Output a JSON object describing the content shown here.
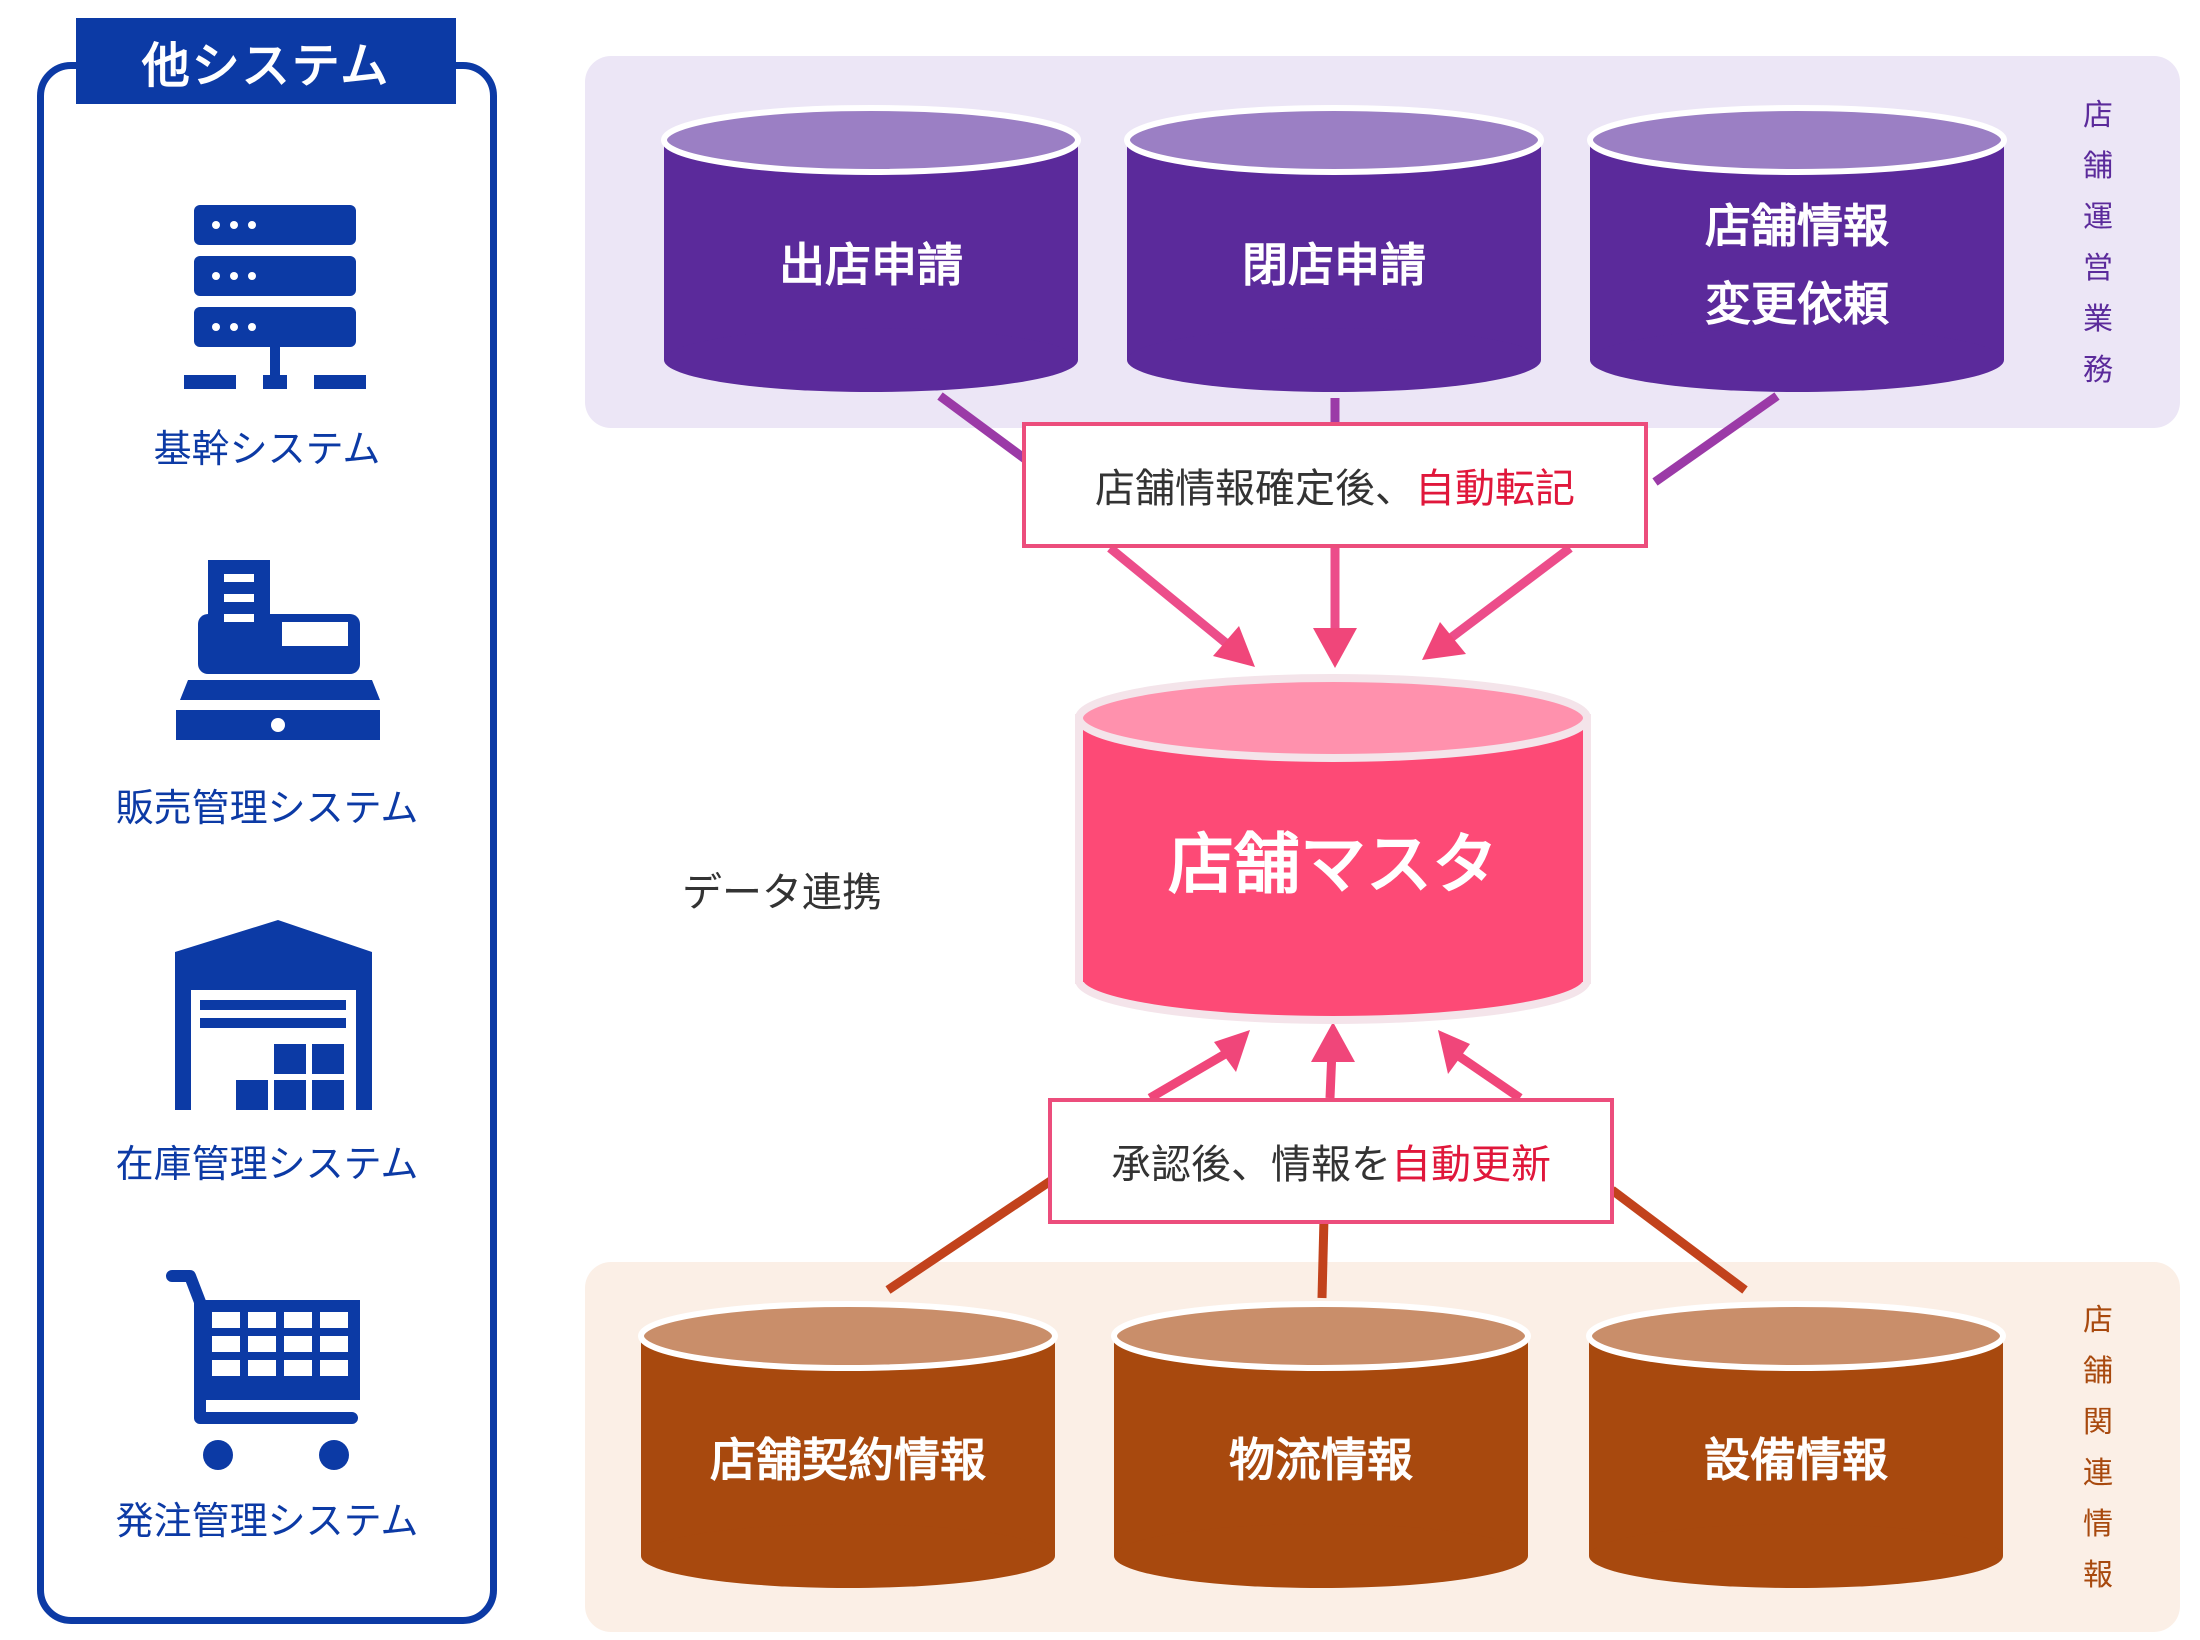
{
  "other_systems": {
    "title": "他システム",
    "items": [
      {
        "label": "基幹システム",
        "icon": "server-icon"
      },
      {
        "label": "販売管理システム",
        "icon": "cash-register-icon"
      },
      {
        "label": "在庫管理システム",
        "icon": "warehouse-icon"
      },
      {
        "label": "発注管理システム",
        "icon": "shopping-cart-icon"
      }
    ]
  },
  "store_operations": {
    "label": [
      "店",
      "舗",
      "運",
      "営",
      "業",
      "務"
    ],
    "databases": [
      {
        "lines": [
          "出店申請"
        ]
      },
      {
        "lines": [
          "閉店申請"
        ]
      },
      {
        "lines": [
          "店舗情報",
          "変更依頼"
        ]
      }
    ],
    "callout": {
      "text": "店舗情報確定後、",
      "highlight": "自動転記"
    }
  },
  "store_master": {
    "label": "店舗マスタ"
  },
  "data_link": {
    "label": "データ連携"
  },
  "store_related": {
    "label": [
      "店",
      "舗",
      "関",
      "連",
      "情",
      "報"
    ],
    "databases": [
      {
        "lines": [
          "店舗契約情報"
        ]
      },
      {
        "lines": [
          "物流情報"
        ]
      },
      {
        "lines": [
          "設備情報"
        ]
      }
    ],
    "callout": {
      "text": "承認後、情報を",
      "highlight": "自動更新"
    }
  },
  "colors": {
    "system_blue": "#0c3aa5",
    "ops_purple": "#5b2a9b",
    "ops_purple_top": "#9b7fc4",
    "master_pink": "#fd4a76",
    "master_pink_top": "#ff91ad",
    "related_brown": "#a8490e",
    "related_brown_top": "#c98e6a",
    "callout_border": "#ec4d7c",
    "highlight_red": "#e0173b"
  }
}
